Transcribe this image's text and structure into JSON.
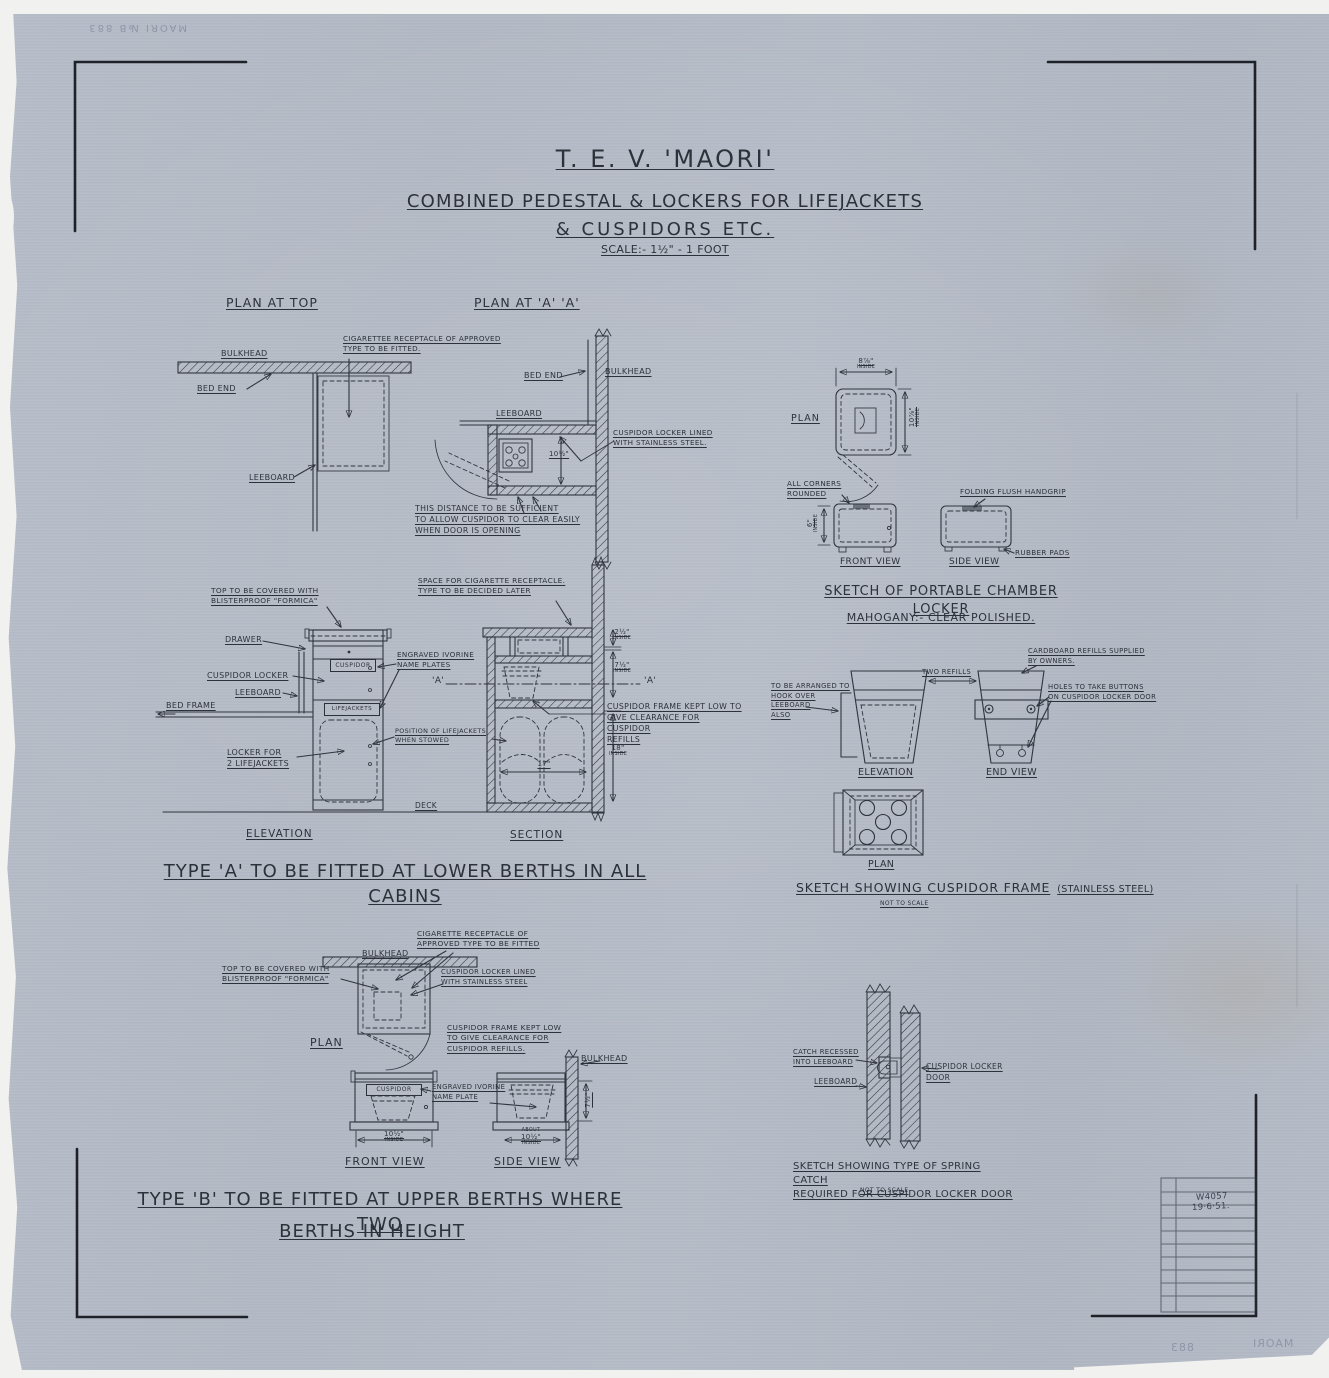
{
  "stamps": {
    "top_left": "MAORI №B 883",
    "bottom_right_name": "MAORI",
    "bottom_right_num": "883"
  },
  "title": {
    "ship": "T. E. V. 'MAORI'",
    "line1": "COMBINED PEDESTAL & LOCKERS FOR LIFEJACKETS",
    "line2": "& CUSPIDORS ETC.",
    "scale": "SCALE:- 1½\" - 1 FOOT"
  },
  "plan_top": {
    "heading": "PLAN AT TOP",
    "note": "CIGARETTEE RECEPTACLE OF APPROVED\nTYPE TO BE FITTED.",
    "bulkhead": "BULKHEAD",
    "bed_end": "BED END",
    "leeboard": "LEEBOARD"
  },
  "plan_aa": {
    "heading": "PLAN AT 'A' 'A'",
    "bed_end": "BED END",
    "bulkhead": "BULKHEAD",
    "leeboard": "LEEBOARD",
    "lined_note": "CUSPIDOR LOCKER LINED\nWITH STAINLESS STEEL.",
    "dim": "10½\"",
    "clearance_note": "THIS DISTANCE TO BE SUFFICIENT\nTO ALLOW CUSPIDOR TO CLEAR EASILY\nWHEN DOOR IS OPENING"
  },
  "chamber": {
    "heading": "SKETCH OF PORTABLE CHAMBER LOCKER",
    "sub": "MAHOGANY:- CLEAR POLISHED.",
    "plan_label": "PLAN",
    "front_label": "FRONT VIEW",
    "side_label": "SIDE VIEW",
    "dim_w": "8⅞\"",
    "dim_w_sub": "INSIDE",
    "dim_h": "10⅞\"",
    "dim_h_sub": "INSIDE",
    "dim_f": "6\"",
    "dim_f_sub": "INSIDE",
    "corners_note": "ALL CORNERS\nROUNDED",
    "handgrip_note": "FOLDING FLUSH HANDGRIP",
    "pads_note": "RUBBER PADS"
  },
  "elevation": {
    "formica_note": "TOP TO BE COVERED WITH\nBLISTERPROOF \"FORMICA\"",
    "drawer": "DRAWER",
    "cuspidor_plate": "CUSPIDOR",
    "cuspidor_locker": "CUSPIDOR LOCKER",
    "leeboard": "LEEBOARD",
    "bed_frame": "BED FRAME",
    "lifejackets_plate": "LIFEJACKETS",
    "locker_note": "LOCKER FOR\n2 LIFEJACKETS",
    "engraved_note": "ENGRAVED IVORINE\nNAME PLATES",
    "position_note": "POSITION OF LIFEJACKETS\nWHEN STOWED",
    "deck": "DECK",
    "caption": "ELEVATION"
  },
  "section": {
    "space_note": "SPACE FOR CIGARETTE RECEPTACLE.\nTYPE TO BE DECIDED LATER",
    "a_left": "'A'",
    "a_right": "'A'",
    "dim1": "2½\"",
    "dim1_sub": "INSIDE",
    "dim2": "7½\"",
    "dim2_sub": "INSIDE",
    "dim3": "18\"",
    "dim3_sub": "INSIDE",
    "dim4": "17\"",
    "frame_note": "CUSPIDOR FRAME KEPT LOW TO\nGIVE CLEARANCE FOR CUSPIDOR\nREFILLS",
    "caption": "SECTION"
  },
  "type_a": {
    "caption": "TYPE 'A' TO BE FITTED AT LOWER BERTHS IN ALL CABINS"
  },
  "frame_sketch": {
    "hook_note": "TO BE ARRANGED TO\nHOOK OVER LEEBOARD\nALSO",
    "refills_note": "TWO REFILLS",
    "cardboard_note": "CARDBOARD REFILLS SUPPLIED\nBY OWNERS.",
    "holes_note": "HOLES TO TAKE BUTTONS\nON CUSPIDOR LOCKER DOOR",
    "elevation_label": "ELEVATION",
    "end_view_label": "END VIEW",
    "plan_label": "PLAN",
    "caption": "SKETCH SHOWING CUSPIDOR FRAME",
    "caption_note": "(STAINLESS STEEL)",
    "nts": "NOT TO SCALE"
  },
  "type_b": {
    "receptacle_note": "CIGARETTE RECEPTACLE OF\nAPPROVED TYPE TO BE FITTED",
    "bulkhead_plan": "BULKHEAD",
    "formica_note": "TOP TO BE COVERED WITH\nBLISTERPROOF \"FORMICA\"",
    "lined_note": "CUSPIDOR LOCKER LINED\nWITH STAINLESS STEEL",
    "frame_note": "CUSPIDOR FRAME KEPT LOW\nTO GIVE CLEARANCE FOR\nCUSPIDOR REFILLS.",
    "plan_label": "PLAN",
    "cuspidor_plate": "CUSPIDOR",
    "engraved_note": "ENGRAVED IVORINE\nNAME PLATE",
    "dim_front": "10½\"",
    "dim_front_sub": "INSIDE",
    "dim_side_about": "ABOUT",
    "dim_side": "10½\"",
    "dim_side_sub": "INSIDE",
    "dim_height": "7½\"",
    "bulkhead_side": "BULKHEAD",
    "front_label": "FRONT VIEW",
    "side_label": "SIDE VIEW",
    "caption1": "TYPE 'B' TO BE FITTED AT UPPER BERTHS WHERE TWO",
    "caption2": "BERTHS IN HEIGHT"
  },
  "spring_catch": {
    "recessed_note": "CATCH RECESSED\nINTO LEEBOARD",
    "leeboard": "LEEBOARD",
    "door_note": "CUSPIDOR LOCKER DOOR",
    "caption": "SKETCH SHOWING TYPE OF SPRING CATCH\nREQUIRED FOR CUSPIDOR LOCKER DOOR",
    "nts": "NOT TO SCALE"
  },
  "title_block": {
    "ref": "W4057",
    "date": "19·6·51."
  }
}
